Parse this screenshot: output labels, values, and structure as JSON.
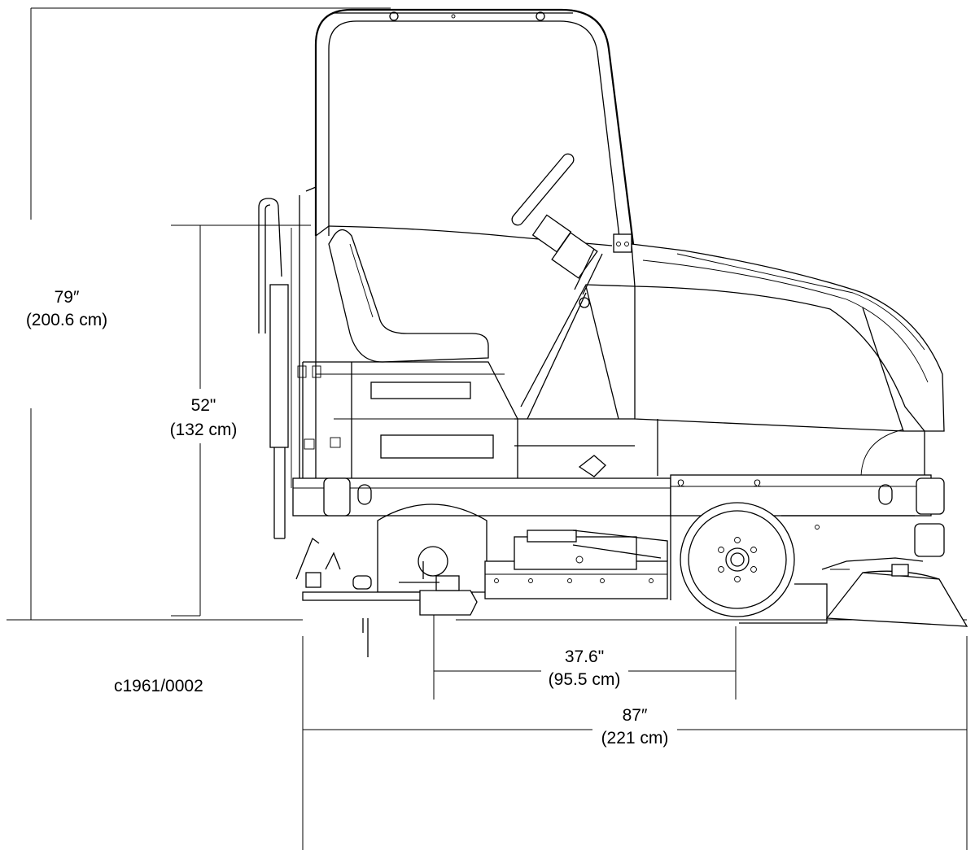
{
  "dimensions": {
    "overall_height": {
      "imperial": "79″",
      "metric": "(200.6 cm)"
    },
    "seat_height": {
      "imperial": "52\"",
      "metric": "(132 cm)"
    },
    "wheelbase": {
      "imperial": "37.6\"",
      "metric": "(95.5 cm)"
    },
    "overall_length": {
      "imperial": "87″",
      "metric": "(221 cm)"
    }
  },
  "drawing_code": "c1961/0002"
}
